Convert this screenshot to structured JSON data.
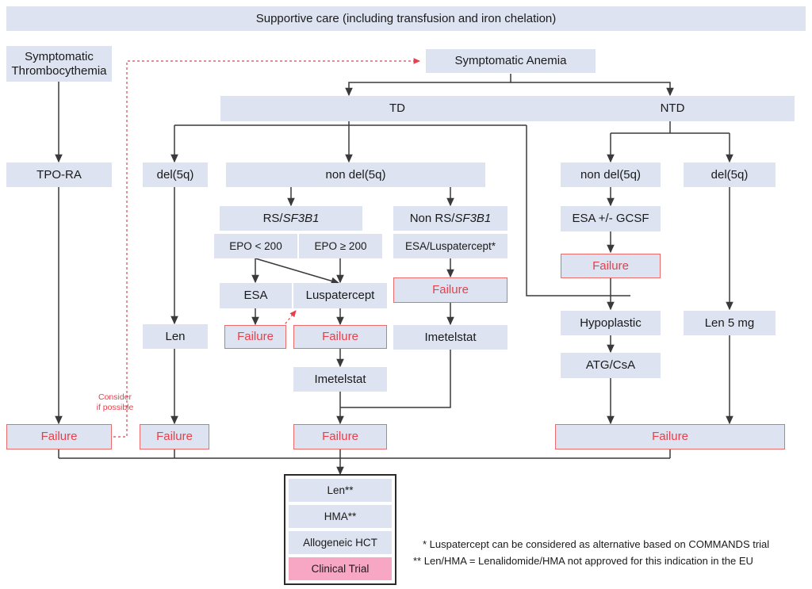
{
  "header": {
    "label": "Supportive care (including transfusion and iron chelation)"
  },
  "colors": {
    "node_fill": "#dde3f0",
    "failure_border": "#ec6b6b",
    "failure_text": "#e8404a",
    "clinical_trial_fill": "#f7a6c4",
    "arrow": "#3a3a3a",
    "dashed_red": "#e8404a"
  },
  "nodes": {
    "symptomatic_thrombocythemia": "Symptomatic\nThrombocythemia",
    "symptomatic_anemia": "Symptomatic Anemia",
    "td": "TD",
    "ntd": "NTD",
    "tpo_ra": "TPO-RA",
    "td_del5q": "del(5q)",
    "td_non_del5q": "non del(5q)",
    "rs_sf3b1": "RS/SF3B1",
    "non_rs_sf3b1": "Non RS/SF3B1",
    "epo_lt_200": "EPO < 200",
    "epo_ge_200": "EPO ≥ 200",
    "esa_luspatercept_star": "ESA/Luspatercept*",
    "esa": "ESA",
    "luspatercept": "Luspatercept",
    "len": "Len",
    "imetelstat_center": "Imetelstat",
    "imetelstat_right": "Imetelstat",
    "ntd_non_del5q": "non del(5q)",
    "ntd_del5q": "del(5q)",
    "esa_gcsf": "ESA +/- GCSF",
    "hypoplastic": "Hypoplastic",
    "atg_csa": "ATG/CsA",
    "len_5mg": "Len 5 mg",
    "failure": "Failure"
  },
  "failure_boxes": [
    {
      "id": "failure-tpora",
      "label": "Failure"
    },
    {
      "id": "failure-len",
      "label": "Failure"
    },
    {
      "id": "failure-esa",
      "label": "Failure"
    },
    {
      "id": "failure-luspatercept",
      "label": "Failure"
    },
    {
      "id": "failure-esa-luspatercept",
      "label": "Failure"
    },
    {
      "id": "failure-ntd-esa-gcsf",
      "label": "Failure"
    },
    {
      "id": "failure-td-center",
      "label": "Failure"
    },
    {
      "id": "failure-ntd-bottom",
      "label": "Failure"
    }
  ],
  "annotations": {
    "consider_if_possible": "Consider\nif possible"
  },
  "final_options": {
    "items": [
      {
        "label": "Len**",
        "highlight": false
      },
      {
        "label": "HMA**",
        "highlight": false
      },
      {
        "label": "Allogeneic HCT",
        "highlight": false
      },
      {
        "label": "Clinical Trial",
        "highlight": true
      }
    ]
  },
  "footnotes": [
    "* Luspatercept can be considered as alternative based on COMMANDS trial",
    "** Len/HMA = Lenalidomide/HMA not approved for this indication in the EU"
  ]
}
